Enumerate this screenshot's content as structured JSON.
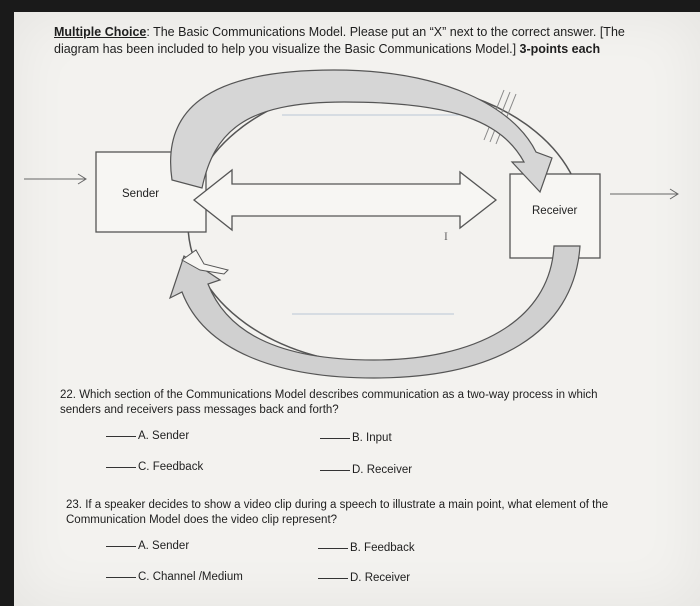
{
  "header": {
    "mc_label": "Multiple Choice",
    "instructions": ": The Basic Communications Model. Please put an “X” next to the correct answer. [The diagram has been included to help you visualize the Basic Communications Model.]",
    "points": " 3-points each"
  },
  "diagram": {
    "sender_label": "Sender",
    "receiver_label": "Receiver",
    "cursor_glyph": "I"
  },
  "questions": [
    {
      "number": "22.",
      "text": "Which section of the Communications Model describes communication as a two-way process in which senders and receivers pass messages back and forth?",
      "options": [
        "A. Sender",
        "B. Input",
        "C. Feedback",
        "D. Receiver"
      ]
    },
    {
      "number": "23.",
      "text": "If a speaker decides to show a video clip during a speech to illustrate a main point, what element of the Communication Model does the video clip represent?",
      "options": [
        "A. Sender",
        "B. Feedback",
        "C. Channel /Medium",
        "D. Receiver"
      ]
    }
  ]
}
